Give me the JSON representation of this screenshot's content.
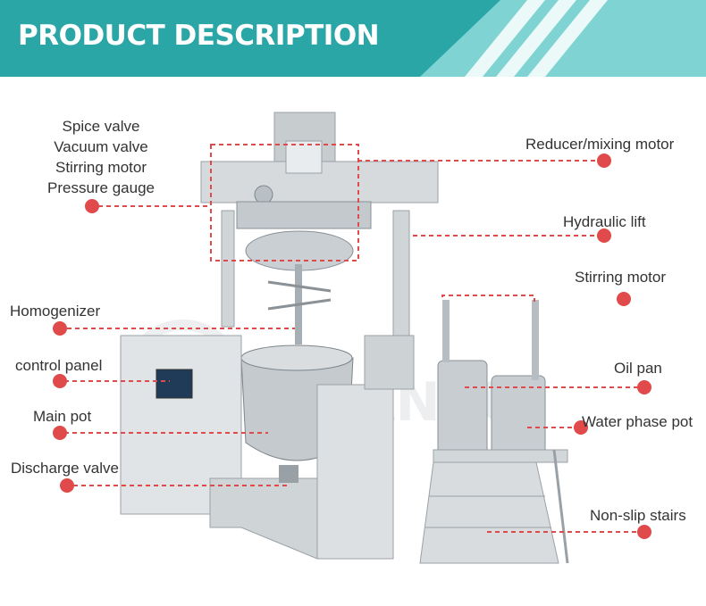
{
  "header": {
    "title": "PRODUCT DESCRIPTION",
    "colors": {
      "teal": "#2aa6a6",
      "teal_light": "#7fd3d3",
      "white": "#ffffff"
    }
  },
  "callouts": {
    "top_group": [
      "Spice valve",
      "Vacuum valve",
      "Stirring motor",
      "Pressure gauge"
    ],
    "homogenizer": "Homogenizer",
    "control_panel": "control panel",
    "main_pot": "Main pot",
    "discharge_valve": "Discharge valve",
    "reducer_motor": "Reducer/mixing motor",
    "hydraulic_lift": "Hydraulic lift",
    "stirring_motor": "Stirring motor",
    "oil_pan": "Oil pan",
    "water_phase_pot": "Water phase pot",
    "non_slip_stairs": "Non-slip stairs"
  },
  "watermark": {
    "brand": "GUANYU"
  },
  "colors": {
    "callout_line": "#e04a4a",
    "dot": "#e04a4a",
    "text": "#333333"
  }
}
